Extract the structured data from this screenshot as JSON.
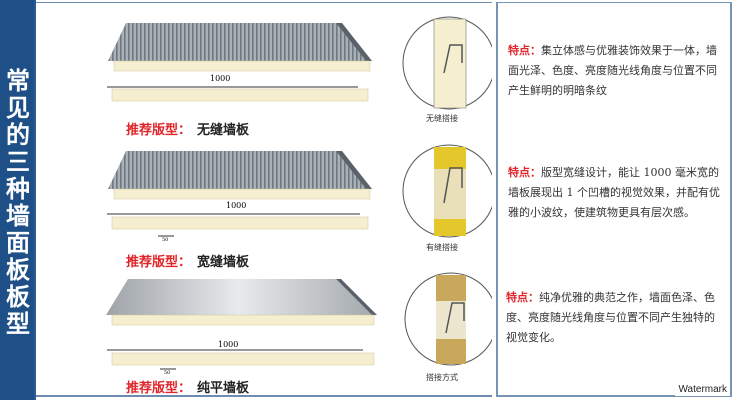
{
  "title": "常见的三种墙面板板型",
  "rows": [
    {
      "rec_label": "推荐版型：",
      "rec_value": "无缝墙板",
      "dimension": "1000",
      "joint_caption": "无缝搭接",
      "feature_label": "特点：",
      "feature_text": "集立体感与优雅装饰效果于一体，墙面光泽、色度、亮度随光线角度与位置不同产生鲜明的明暗条纹"
    },
    {
      "rec_label": "推荐版型：",
      "rec_value": "宽缝墙板",
      "dimension": "1000",
      "small_dimension": "50",
      "joint_caption": "有缝搭接",
      "feature_label": "特点：",
      "feature_text": "版型宽缝设计，能让 1000 毫米宽的墙板展现出 1 个凹槽的视觉效果，并配有优雅的小波纹，使建筑物更具有层次感。"
    },
    {
      "rec_label": "推荐版型：",
      "rec_value": "纯平墙板",
      "dimension": "1000",
      "small_dimension": "50",
      "joint_caption": "搭接方式",
      "feature_label": "特点：",
      "feature_text": "纯净优雅的典范之作，墙面色泽、色度、亮度随光线角度与位置不同产生独特的视觉变化。"
    }
  ],
  "watermark": "Watermark"
}
